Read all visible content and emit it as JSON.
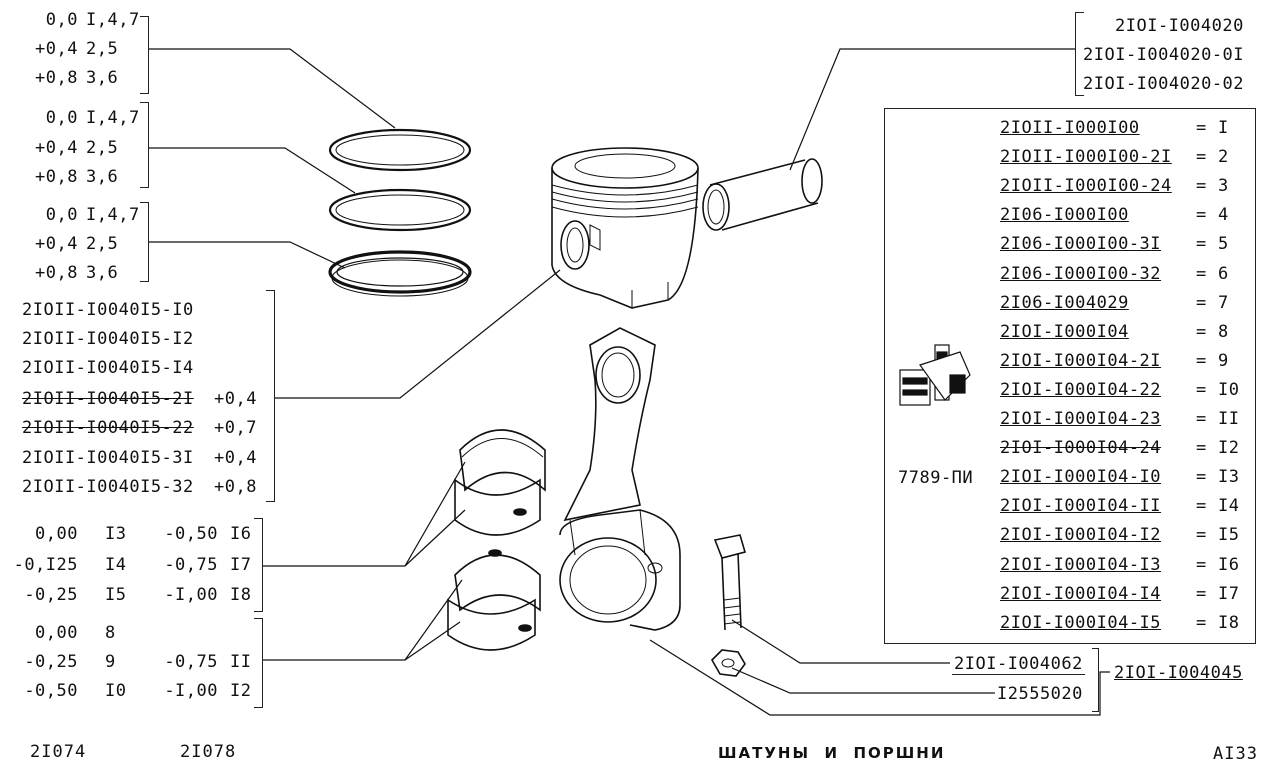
{
  "ring_groups": [
    {
      "rows": [
        [
          "0,0",
          "I,4,7"
        ],
        [
          "+0,4",
          "2,5"
        ],
        [
          "+0,8",
          "3,6"
        ]
      ]
    },
    {
      "rows": [
        [
          "0,0",
          "I,4,7"
        ],
        [
          "+0,4",
          "2,5"
        ],
        [
          "+0,8",
          "3,6"
        ]
      ]
    },
    {
      "rows": [
        [
          "0,0",
          "I,4,7"
        ],
        [
          "+0,4",
          "2,5"
        ],
        [
          "+0,8",
          "3,6"
        ]
      ]
    }
  ],
  "piston_codes": [
    {
      "code": "2IOII-I0040I5-I0",
      "tol": ""
    },
    {
      "code": "2IOII-I0040I5-I2",
      "tol": ""
    },
    {
      "code": "2IOII-I0040I5-I4",
      "tol": ""
    },
    {
      "code": "2IOII-I0040I5-2I",
      "tol": "+0,4",
      "struck": true
    },
    {
      "code": "2IOII-I0040I5-22",
      "tol": "+0,7",
      "struck": true
    },
    {
      "code": "2IOII-I0040I5-3I",
      "tol": "+0,4"
    },
    {
      "code": "2IOII-I0040I5-32",
      "tol": "+0,8"
    }
  ],
  "bearing_upper": [
    [
      "0,00",
      "I3",
      "-0,50",
      "I6"
    ],
    [
      "-0,I25",
      "I4",
      "-0,75",
      "I7"
    ],
    [
      "-0,25",
      "I5",
      "-I,00",
      "I8"
    ]
  ],
  "bearing_lower": [
    [
      "0,00",
      "8",
      "",
      ""
    ],
    [
      "-0,25",
      "9",
      "-0,75",
      "II"
    ],
    [
      "-0,50",
      "I0",
      "-I,00",
      "I2"
    ]
  ],
  "pin_codes": [
    "2IOI-I004020",
    "2IOI-I004020-0I",
    "2IOI-I004020-02"
  ],
  "rod_table": [
    {
      "code": "2IOII-I000I00",
      "num": "I"
    },
    {
      "code": "2IOII-I000I00-2I",
      "num": "2"
    },
    {
      "code": "2IOII-I000I00-24",
      "num": "3"
    },
    {
      "code": "2I06-I000I00",
      "num": "4"
    },
    {
      "code": "2I06-I000I00-3I",
      "num": "5"
    },
    {
      "code": "2I06-I000I00-32",
      "num": "6"
    },
    {
      "code": "2I06-I004029",
      "num": "7"
    },
    {
      "code": "2IOI-I000I04",
      "num": "8"
    },
    {
      "code": "2IOI-I000I04-2I",
      "num": "9"
    },
    {
      "code": "2IOI-I000I04-22",
      "num": "I0"
    },
    {
      "code": "2IOI-I000I04-23",
      "num": "II"
    },
    {
      "code": "2IOI-I000I04-24",
      "num": "I2",
      "struck": true
    },
    {
      "code": "2IOI-I000I04-I0",
      "num": "I3"
    },
    {
      "code": "2IOI-I000I04-II",
      "num": "I4"
    },
    {
      "code": "2IOI-I000I04-I2",
      "num": "I5"
    },
    {
      "code": "2IOI-I000I04-I3",
      "num": "I6"
    },
    {
      "code": "2IOI-I000I04-I4",
      "num": "I7"
    },
    {
      "code": "2IOI-I000I04-I5",
      "num": "I8"
    }
  ],
  "tool_label": "7789-ПИ",
  "bolt_code": "2IOI-I004062",
  "nut_code": "I2555020",
  "rod_assembly_code": "2IOI-I004045",
  "footer": {
    "model_left": "2I074",
    "model_right": "2I078",
    "title": "ШАТУНЫ  И  ПОРШНИ",
    "page": "AI33"
  }
}
